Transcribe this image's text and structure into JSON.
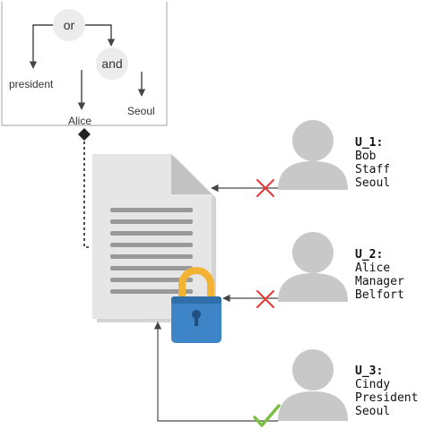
{
  "policy_tree": {
    "root": "or",
    "left_leaf": "president",
    "and_node": "and",
    "and_left_leaf": "Alice",
    "and_right_leaf": "Seoul"
  },
  "users": [
    {
      "id": "U_1:",
      "attrs": [
        "Bob",
        "Staff",
        "Seoul"
      ],
      "access": "denied"
    },
    {
      "id": "U_2:",
      "attrs": [
        "Alice",
        "Manager",
        "Belfort"
      ],
      "access": "denied"
    },
    {
      "id": "U_3:",
      "attrs": [
        "Cindy",
        "President",
        "Seoul"
      ],
      "access": "granted"
    }
  ],
  "icons": {
    "document": "document-icon",
    "lock": "padlock-icon",
    "user": "user-silhouette-icon",
    "denied": "red-x-icon",
    "granted": "green-check-icon"
  },
  "colors": {
    "denied": "#e53935",
    "granted": "#7cc043",
    "lock_body": "#3d85c6",
    "lock_shackle": "#f2b233",
    "silhouette": "#c8c8c8",
    "document": "#e4e4e4"
  }
}
